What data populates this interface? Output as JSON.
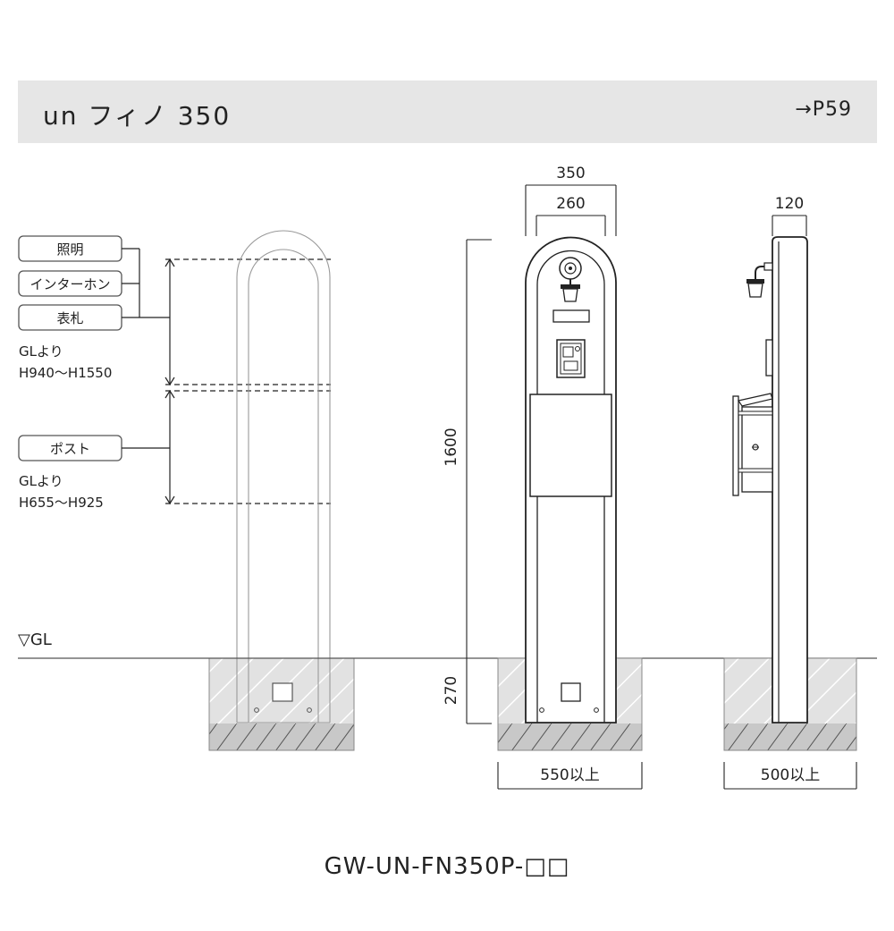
{
  "header": {
    "title": "un フィノ 350",
    "page_ref": "→P59"
  },
  "labels": {
    "lighting": "照明",
    "intercom": "インターホン",
    "nameplate": "表札",
    "upper_range_line1": "GLより",
    "upper_range_line2": "H940〜H1550",
    "post": "ポスト",
    "lower_range_line1": "GLより",
    "lower_range_line2": "H655〜H925",
    "ground_level": "▽GL"
  },
  "dimensions": {
    "outer_width": "350",
    "inner_width": "260",
    "depth": "120",
    "height": "1600",
    "embed_depth": "270",
    "front_foundation": "550以上",
    "side_foundation": "500以上"
  },
  "footer": {
    "model_code": "GW-UN-FN350P-□□"
  },
  "colors": {
    "header_bg": "#e6e6e6",
    "line": "#222222",
    "foundation_fill": "#e2e2e2",
    "gravel_fill": "#c8c8c8"
  }
}
